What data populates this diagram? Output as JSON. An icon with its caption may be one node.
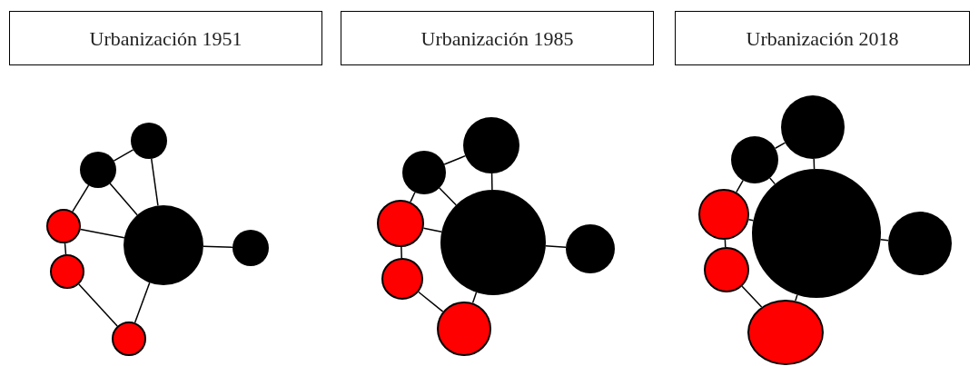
{
  "diagram": {
    "nodes": [
      {
        "text": [
          "Urbanización 1951"
        ]
      },
      {
        "text": [
          "Urbanización 1985"
        ]
      },
      {
        "text": [
          "Urbanización 2018"
        ]
      },
      {
        "text": [],
        "shape": "circle"
      },
      {
        "text": [],
        "shape": "circle"
      },
      {
        "text": [],
        "shape": "circle"
      },
      {
        "text": [],
        "shape": "circle"
      },
      {
        "text": [],
        "shape": "circle"
      },
      {
        "text": [],
        "shape": "circle"
      },
      {
        "text": [],
        "shape": "circle"
      },
      {
        "text": [],
        "shape": "circle"
      },
      {
        "text": [],
        "shape": "circle"
      },
      {
        "text": [],
        "shape": "circle"
      },
      {
        "text": [],
        "shape": "circle"
      },
      {
        "text": [],
        "shape": "circle"
      },
      {
        "text": [],
        "shape": "circle"
      },
      {
        "text": [],
        "shape": "circle"
      },
      {
        "text": [],
        "shape": "circle"
      },
      {
        "text": [],
        "shape": "circle"
      },
      {
        "text": [],
        "shape": "circle"
      },
      {
        "text": [],
        "shape": "circle"
      },
      {
        "text": [],
        "shape": "circle"
      },
      {
        "text": [],
        "shape": "circle"
      },
      {
        "text": [],
        "shape": "circle"
      }
    ],
    "edges": [
      {
        "from": 4,
        "to": 3,
        "arrow": "none"
      },
      {
        "from": 3,
        "to": 6,
        "arrow": "none"
      },
      {
        "from": 4,
        "to": 6,
        "arrow": "none"
      },
      {
        "from": 4,
        "to": 5,
        "arrow": "none"
      },
      {
        "from": 5,
        "to": 6,
        "arrow": "none"
      },
      {
        "from": 5,
        "to": 8,
        "arrow": "none"
      },
      {
        "from": 8,
        "to": 9,
        "arrow": "none"
      },
      {
        "from": 9,
        "to": 6,
        "arrow": "none"
      },
      {
        "from": 6,
        "to": 7,
        "arrow": "none"
      },
      {
        "from": 11,
        "to": 10,
        "arrow": "none"
      },
      {
        "from": 10,
        "to": 13,
        "arrow": "none"
      },
      {
        "from": 11,
        "to": 13,
        "arrow": "none"
      },
      {
        "from": 11,
        "to": 12,
        "arrow": "none"
      },
      {
        "from": 12,
        "to": 13,
        "arrow": "none"
      },
      {
        "from": 12,
        "to": 15,
        "arrow": "none"
      },
      {
        "from": 15,
        "to": 16,
        "arrow": "none"
      },
      {
        "from": 16,
        "to": 13,
        "arrow": "none"
      },
      {
        "from": 13,
        "to": 14,
        "arrow": "none"
      },
      {
        "from": 18,
        "to": 17,
        "arrow": "none"
      },
      {
        "from": 17,
        "to": 20,
        "arrow": "none"
      },
      {
        "from": 18,
        "to": 20,
        "arrow": "none"
      },
      {
        "from": 18,
        "to": 19,
        "arrow": "none"
      },
      {
        "from": 19,
        "to": 20,
        "arrow": "none"
      },
      {
        "from": 19,
        "to": 22,
        "arrow": "none"
      },
      {
        "from": 22,
        "to": 23,
        "arrow": "none"
      },
      {
        "from": 23,
        "to": 20,
        "arrow": "none"
      },
      {
        "from": 20,
        "to": 21,
        "arrow": "none"
      }
    ]
  }
}
